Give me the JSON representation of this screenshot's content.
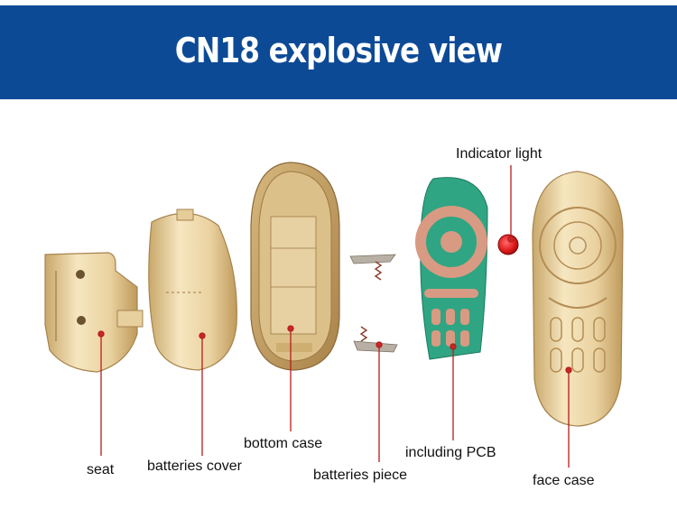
{
  "banner": {
    "title": "CN18 explosive view",
    "background_color": "#0d4a96"
  },
  "parts": [
    {
      "label": "seat"
    },
    {
      "label": "batteries cover"
    },
    {
      "label": "bottom case"
    },
    {
      "label": "batteries piece"
    },
    {
      "label": "including PCB"
    },
    {
      "label": "Indicator light"
    },
    {
      "label": "face case"
    }
  ],
  "colors": {
    "part_body": "#e9d3a4",
    "pcb_green": "#2fa583",
    "pcb_pads": "#d89a82",
    "leader_line": "#b71c1c",
    "indicator_led": "#e01a1a"
  }
}
